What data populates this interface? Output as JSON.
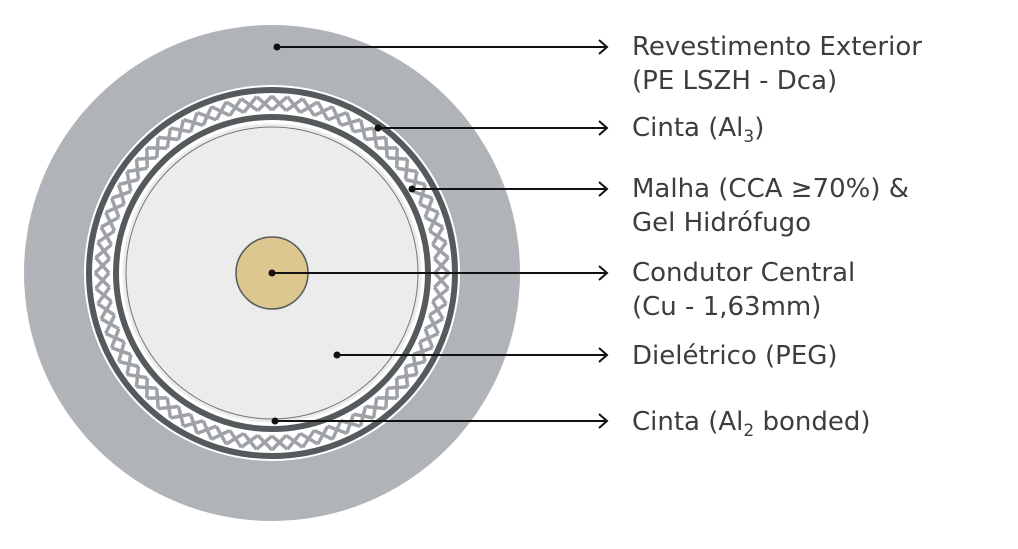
{
  "labels": [
    {
      "line1": "Revestimento Exterior",
      "line2": "(PE LSZH - Dca)"
    },
    {
      "pre": "Cinta (Al",
      "sub": "3",
      "post": ")"
    },
    {
      "line1": "Malha (CCA ≥70%) &",
      "line2": "Gel Hidrófugo"
    },
    {
      "line1": "Condutor Central",
      "line2": "(Cu - 1,63mm)"
    },
    {
      "line1": "Dielétrico (PEG)"
    },
    {
      "pre": "Cinta (Al",
      "sub": "2",
      "post": " bonded)"
    }
  ],
  "colors": {
    "jacket": "#b0b3b7",
    "tape": "#555a5c",
    "braid": "#9ea2a7",
    "dielectric": "#ececed",
    "conductor": "#dcc78e",
    "text": "#3d3d3d"
  }
}
